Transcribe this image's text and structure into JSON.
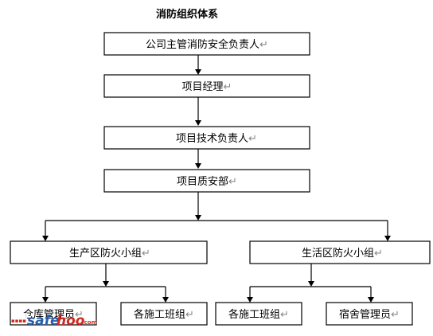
{
  "title": "消防组织体系",
  "nodes": {
    "company_head": "公司主管消防安全负责人",
    "project_manager": "项目经理",
    "tech_lead": "项目技术负责人",
    "quality_safety": "项目质安部",
    "production_group": "生产区防火小组",
    "living_group": "生活区防火小组",
    "warehouse_keeper": "仓库管理员",
    "teams_left": "各施工班组",
    "teams_right": "各施工班组",
    "dorm_keeper": "宿舍管理员"
  },
  "return_mark": "↵",
  "watermark": {
    "part1": "safe",
    "part2": "hoo",
    "suffix": ".com"
  }
}
